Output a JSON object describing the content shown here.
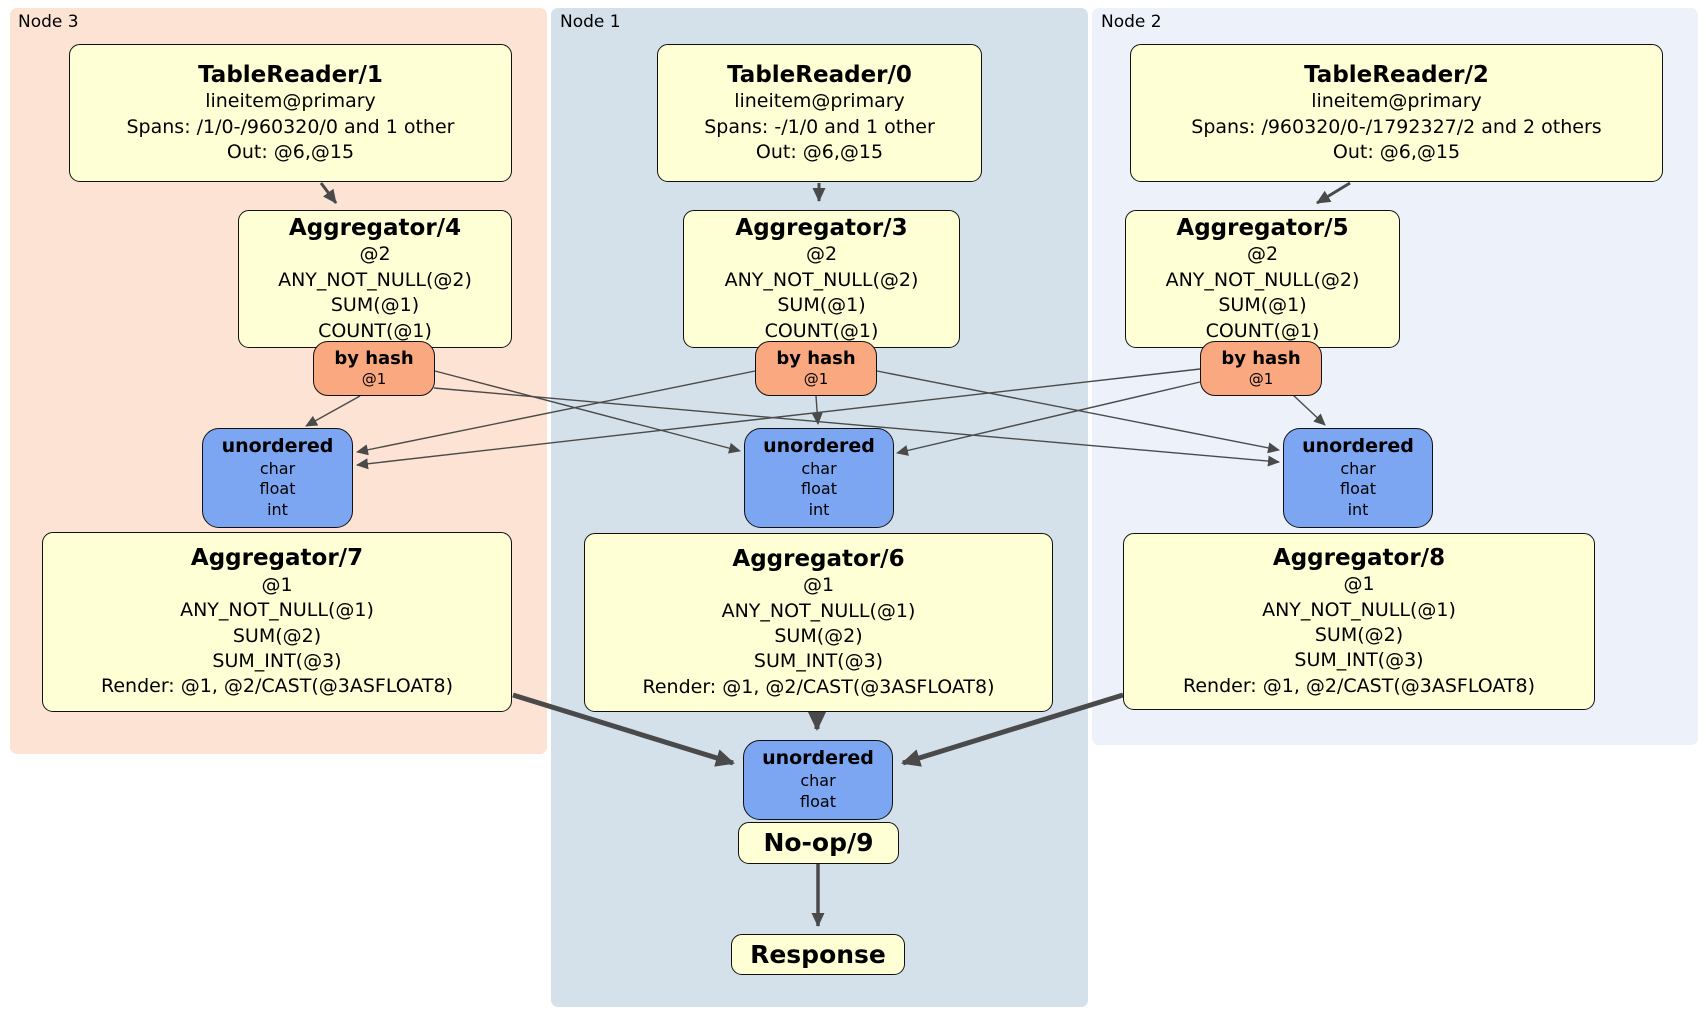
{
  "colors": {
    "node3_bg": "#fce3d3",
    "node1_bg": "#d4e1eb",
    "node2_bg": "#ecf1fa",
    "processor_bg": "#ffffd6",
    "router_bg": "#f9a87f",
    "sync_bg": "#7ca6f2",
    "edge": "#4a4a4a"
  },
  "panels": {
    "node3": {
      "label": "Node 3"
    },
    "node1": {
      "label": "Node 1"
    },
    "node2": {
      "label": "Node 2"
    }
  },
  "boxes": {
    "tr1": {
      "title": "TableReader/1",
      "lines": [
        "lineitem@primary",
        "Spans: /1/0-/960320/0 and 1 other",
        "Out: @6,@15"
      ]
    },
    "tr0": {
      "title": "TableReader/0",
      "lines": [
        "lineitem@primary",
        "Spans: -/1/0 and 1 other",
        "Out: @6,@15"
      ]
    },
    "tr2": {
      "title": "TableReader/2",
      "lines": [
        "lineitem@primary",
        "Spans: /960320/0-/1792327/2 and 2 others",
        "Out: @6,@15"
      ]
    },
    "agg4": {
      "title": "Aggregator/4",
      "lines": [
        "@2",
        "ANY_NOT_NULL(@2)",
        "SUM(@1)",
        "COUNT(@1)"
      ]
    },
    "agg3": {
      "title": "Aggregator/3",
      "lines": [
        "@2",
        "ANY_NOT_NULL(@2)",
        "SUM(@1)",
        "COUNT(@1)"
      ]
    },
    "agg5": {
      "title": "Aggregator/5",
      "lines": [
        "@2",
        "ANY_NOT_NULL(@2)",
        "SUM(@1)",
        "COUNT(@1)"
      ]
    },
    "bh3": {
      "title": "by hash",
      "lines": [
        "@1"
      ]
    },
    "bh1": {
      "title": "by hash",
      "lines": [
        "@1"
      ]
    },
    "bh2": {
      "title": "by hash",
      "lines": [
        "@1"
      ]
    },
    "un3": {
      "title": "unordered",
      "lines": [
        "char",
        "float",
        "int"
      ]
    },
    "un1": {
      "title": "unordered",
      "lines": [
        "char",
        "float",
        "int"
      ]
    },
    "un2": {
      "title": "unordered",
      "lines": [
        "char",
        "float",
        "int"
      ]
    },
    "agg7": {
      "title": "Aggregator/7",
      "lines": [
        "@1",
        "ANY_NOT_NULL(@1)",
        "SUM(@2)",
        "SUM_INT(@3)",
        "Render: @1, @2/CAST(@3ASFLOAT8)"
      ]
    },
    "agg6": {
      "title": "Aggregator/6",
      "lines": [
        "@1",
        "ANY_NOT_NULL(@1)",
        "SUM(@2)",
        "SUM_INT(@3)",
        "Render: @1, @2/CAST(@3ASFLOAT8)"
      ]
    },
    "agg8": {
      "title": "Aggregator/8",
      "lines": [
        "@1",
        "ANY_NOT_NULL(@1)",
        "SUM(@2)",
        "SUM_INT(@3)",
        "Render: @1, @2/CAST(@3ASFLOAT8)"
      ]
    },
    "unf": {
      "title": "unordered",
      "lines": [
        "char",
        "float"
      ]
    },
    "noop": {
      "title": "No-op/9"
    },
    "resp": {
      "title": "Response"
    }
  }
}
